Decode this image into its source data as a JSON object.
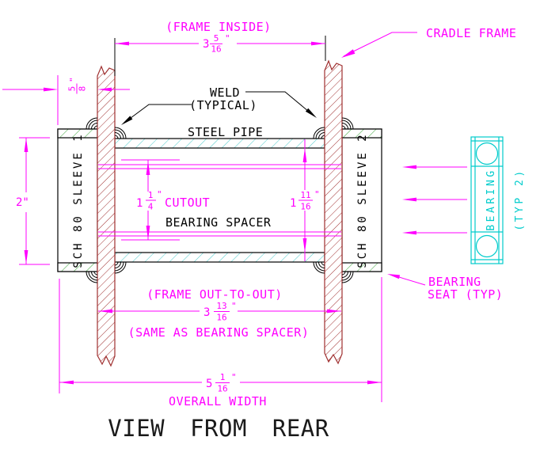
{
  "drawing": {
    "title": "VIEW FROM REAR",
    "labels": {
      "frame_inside": "(FRAME INSIDE)",
      "cradle_frame": "CRADLE FRAME",
      "weld_line1": "WELD",
      "weld_line2": "(TYPICAL)",
      "steel_pipe": "STEEL PIPE",
      "cutout": "CUTOUT",
      "bearing_spacer": "BEARING SPACER",
      "sleeve_left": "SCH 80 SLEEVE 1",
      "sleeve_right": "SCH 80 SLEEVE 2",
      "bearing": "BEARING",
      "bearing_qty": "(TYP 2)",
      "frame_out": "(FRAME OUT-TO-OUT)",
      "frame_out_note": "(SAME AS BEARING SPACER)",
      "overall_width": "OVERALL WIDTH",
      "bearing_seat_line1": "BEARING",
      "bearing_seat_line2": "SEAT (TYP)"
    },
    "dims": {
      "frame_inside": {
        "whole": "3",
        "num": "5",
        "den": "16",
        "unit": "\""
      },
      "sleeve_ext": {
        "num": "5",
        "den": "8",
        "unit": "\""
      },
      "pipe_od": {
        "value": "2\""
      },
      "cutout": {
        "whole": "1",
        "num": "1",
        "den": "4",
        "unit": "\""
      },
      "pipe_id": {
        "whole": "1",
        "num": "11",
        "den": "16",
        "unit": "\""
      },
      "frame_out": {
        "whole": "3",
        "num": "13",
        "den": "16",
        "unit": "\""
      },
      "overall": {
        "whole": "5",
        "num": "1",
        "den": "16",
        "unit": "\""
      }
    },
    "colors": {
      "dim": "#ff00ff",
      "frame": "#a03030",
      "sleeve-hatch": "#44aa44",
      "pipe-hatch": "#55cccc",
      "bearing": "#00cccc",
      "ink": "#000000",
      "title": "#1a1a1a",
      "paper": "#ffffff"
    }
  }
}
